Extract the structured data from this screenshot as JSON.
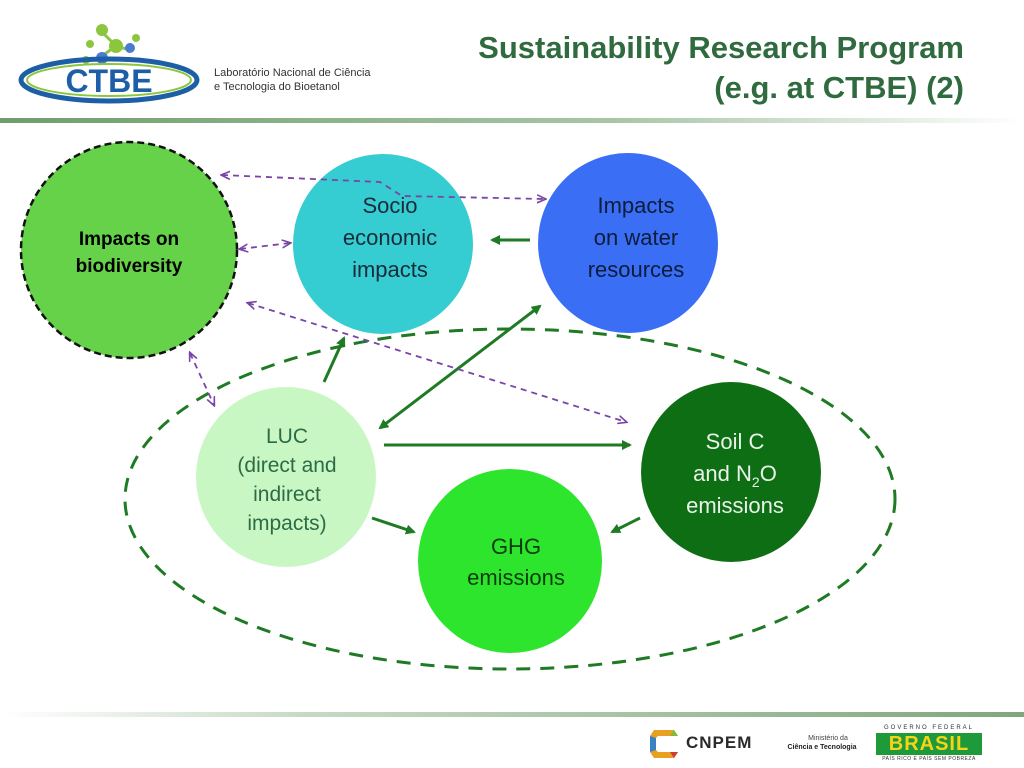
{
  "header": {
    "title_line1": "Sustainability Research Program",
    "title_line2": "(e.g. at CTBE) (2)",
    "logo_text": "CTBE",
    "institution_line1": "Laboratório Nacional de Ciência",
    "institution_line2": "e Tecnologia do Bioetanol"
  },
  "diagram": {
    "nodes": {
      "biodiversity": {
        "line1": "Impacts on",
        "line2": "biodiversity"
      },
      "socio": {
        "line1": "Socio",
        "line2": "economic",
        "line3": "impacts"
      },
      "water": {
        "line1": "Impacts",
        "line2": "on water",
        "line3": "resources"
      },
      "luc": {
        "line1": "LUC",
        "line2": "(direct and",
        "line3": "indirect",
        "line4": "impacts)"
      },
      "soil": {
        "line1": "Soil C",
        "line2a": "and N",
        "line2sub": "2",
        "line2b": "O",
        "line3": "emissions"
      },
      "ghg": {
        "line1": "GHG",
        "line2": "emissions"
      }
    },
    "colors": {
      "biodiversity": "#66d24a",
      "socio": "#35cdd1",
      "water": "#3a6ef5",
      "luc": "#c9f7c4",
      "soil": "#0e6e14",
      "ghg": "#2de52d",
      "green_arrow": "#1f7a24",
      "purple_arrow": "#7a44a6"
    }
  },
  "footer": {
    "cnpem_label": "CNPEM",
    "ministry_line1": "Ministério da",
    "ministry_line2": "Ciência e Tecnologia",
    "gov_label": "GOVERNO FEDERAL",
    "brasil_label": "BRASIL",
    "slogan": "PAÍS RICO É PAÍS SEM POBREZA"
  }
}
